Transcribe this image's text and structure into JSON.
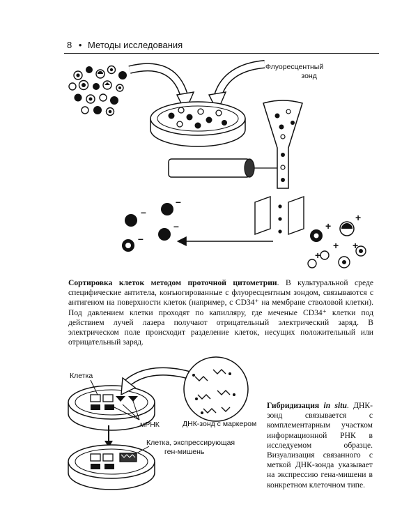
{
  "header": {
    "page_number": "8",
    "bullet": "•",
    "section_title": "Методы исследования"
  },
  "figure1": {
    "label_probe_line1": "Флуоресцентный",
    "label_probe_line2": "зонд",
    "charge_minus": "–",
    "charge_plus": "+"
  },
  "caption1": {
    "title": "Сортировка клеток методом проточной цитометрии",
    "text": ". В культуральной среде специфические антитела, конъюгированные с флуоресцентным зондом, связываются с антигеном на поверхности клеток (например, с CD34⁺ на мембране стволовой клетки). Под давлением клетки проходят по капилляру, где меченые CD34⁺ клетки под действием лучей лазера получают отрицательный электрический заряд. В электрическом поле происходит разделение клеток, несущих положительный или отрицательный заряд."
  },
  "figure2": {
    "label_cell": "Клетка",
    "label_mrna": "мРНК",
    "label_probe": "ДНК-зонд с маркером",
    "label_expr_line1": "Клетка, экспрессирующая",
    "label_expr_line2": "ген-мишень"
  },
  "caption2": {
    "title": "Гибридизация in situ",
    "text": ". ДНК-зонд связывается с комплементарным участком информационной РНК в исследуемом образце. Визуализация связанного с меткой ДНК-зонда указывает на экспрессию гена-мишени в конкретном клеточном типе."
  }
}
